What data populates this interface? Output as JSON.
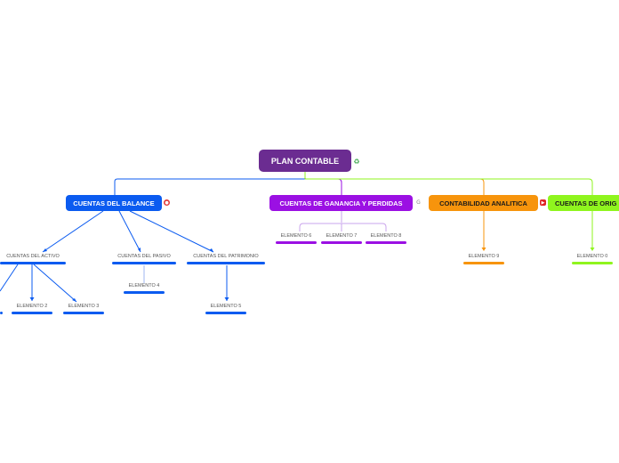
{
  "root": {
    "label": "PLAN CONTABLE"
  },
  "branches": {
    "balance": {
      "label": "CUENTAS DEL BALANCE"
    },
    "ganancia": {
      "label": "CUENTAS DE GANANCIA Y PERDIDAS"
    },
    "analitica": {
      "label": "CONTABILIDAD ANALITICA"
    },
    "orden": {
      "label": "CUENTAS DE ORIG"
    }
  },
  "subtopics": {
    "activo": "CUENTAS DEL ACTIVO",
    "pasivo": "CUENTAS DEL PASIVO",
    "patrimonio": "CUENTAS DEL PATRIMONIO"
  },
  "elements": {
    "e2": "ELEMENTO 2",
    "e3": "ELEMENTO 3",
    "e4": "ELEMENTO 4",
    "e5": "ELEMENTO 5",
    "e6": "ELEMENTO 6",
    "e7": "ELEMENTO 7",
    "e8": "ELEMENTO 8",
    "e9": "ELEMENTO 9",
    "e0": "ELEMENTO 0"
  },
  "colors": {
    "root": "#6b2c91",
    "balance": "#0b5bf0",
    "ganancia": "#9b10e3",
    "analitica": "#f7940c",
    "orden": "#8ff51e"
  },
  "icons": [
    "recycle-icon",
    "badge-icon",
    "g-icon",
    "video-icon"
  ]
}
